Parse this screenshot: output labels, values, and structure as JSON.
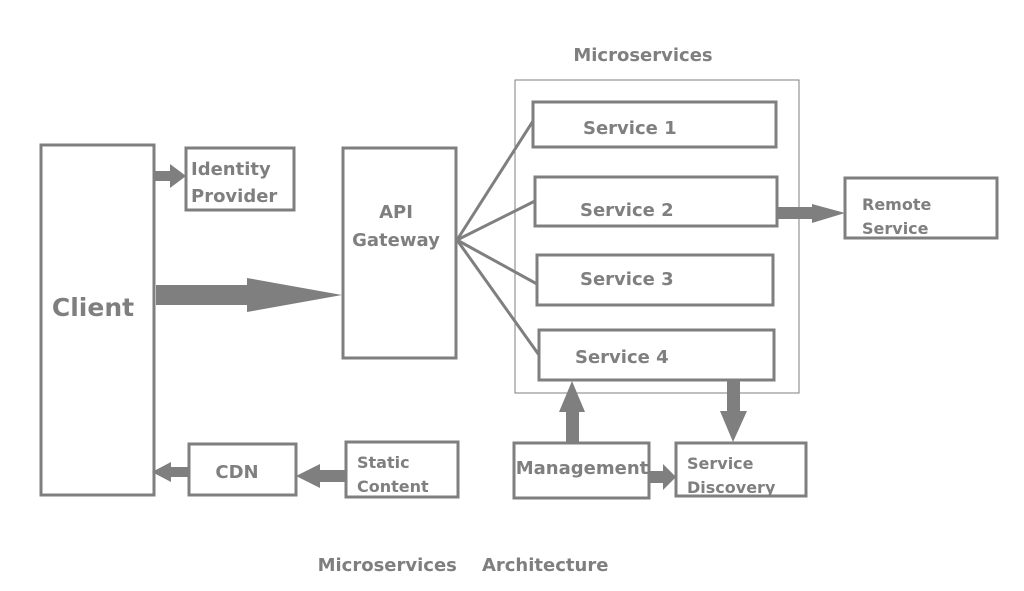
{
  "diagram": {
    "title": "Microservices    Architecture",
    "group_title": "Microservices",
    "colors": {
      "stroke": "#7f7f7f",
      "text": "#7f7f7f",
      "background": "#ffffff"
    },
    "nodes": {
      "client": {
        "label": "Client"
      },
      "identity_provider": {
        "line1": "Identity",
        "line2": "Provider"
      },
      "api_gateway": {
        "line1": "API",
        "line2": "Gateway"
      },
      "service1": {
        "label": "Service 1"
      },
      "service2": {
        "label": "Service 2"
      },
      "service3": {
        "label": "Service 3"
      },
      "service4": {
        "label": "Service 4"
      },
      "remote_service": {
        "line1": "Remote",
        "line2": "Service"
      },
      "cdn": {
        "label": "CDN"
      },
      "static_content": {
        "line1": "Static",
        "line2": "Content"
      },
      "management": {
        "label": "Management"
      },
      "service_discovery": {
        "line1": "Service",
        "line2": "Discovery"
      }
    },
    "edges": [
      {
        "from": "Client",
        "to": "Identity Provider",
        "type": "arrow"
      },
      {
        "from": "Client",
        "to": "API Gateway",
        "type": "arrow"
      },
      {
        "from": "API Gateway",
        "to": "Service 1",
        "type": "line"
      },
      {
        "from": "API Gateway",
        "to": "Service 2",
        "type": "line"
      },
      {
        "from": "API Gateway",
        "to": "Service 3",
        "type": "line"
      },
      {
        "from": "API Gateway",
        "to": "Service 4",
        "type": "line"
      },
      {
        "from": "Service 2",
        "to": "Remote Service",
        "type": "arrow"
      },
      {
        "from": "Service 4",
        "to": "Service Discovery",
        "type": "arrow"
      },
      {
        "from": "Management",
        "to": "Service 4",
        "type": "arrow"
      },
      {
        "from": "Management",
        "to": "Service Discovery",
        "type": "arrow"
      },
      {
        "from": "Static Content",
        "to": "CDN",
        "type": "arrow"
      },
      {
        "from": "CDN",
        "to": "Client",
        "type": "arrow"
      }
    ]
  }
}
